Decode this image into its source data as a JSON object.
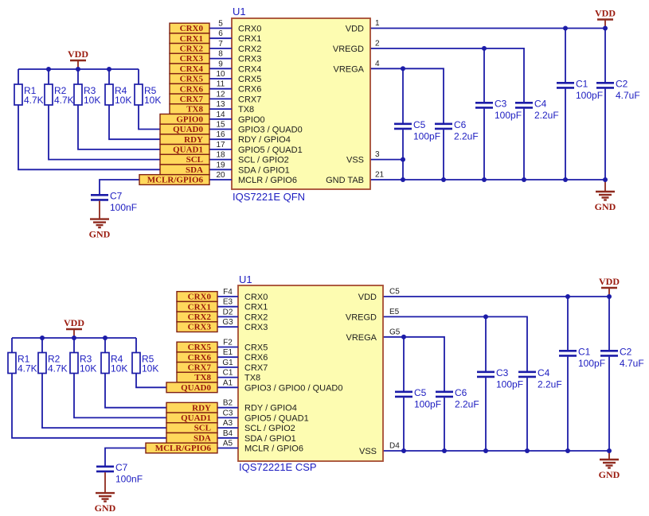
{
  "colors": {
    "background": "#FFFFFF",
    "wire": "#1C1CA8",
    "blue_text": "#1C1CC0",
    "maroon": "#8F2A1E",
    "maroon_text": "#99180C",
    "chip_fill": "#FDFCB1",
    "chip_border": "#A64A32",
    "net_box_fill": "#FFD85C",
    "net_box_border": "#7E1F12",
    "pin_text": "#1C1C1C",
    "resistor_fill": "#FFFFFF"
  },
  "power": {
    "vdd": "VDD",
    "gnd": "GND"
  },
  "circuits": [
    {
      "id": "qfn",
      "chip": {
        "designator": "U1",
        "name": "IQS7221E QFN",
        "left_pins": [
          {
            "num": "5",
            "name": "CRX0",
            "net": "CRX0"
          },
          {
            "num": "6",
            "name": "CRX1",
            "net": "CRX1"
          },
          {
            "num": "7",
            "name": "CRX2",
            "net": "CRX2"
          },
          {
            "num": "8",
            "name": "CRX3",
            "net": "CRX3"
          },
          {
            "num": "9",
            "name": "CRX4",
            "net": "CRX4"
          },
          {
            "num": "10",
            "name": "CRX5",
            "net": "CRX5"
          },
          {
            "num": "11",
            "name": "CRX6",
            "net": "CRX6"
          },
          {
            "num": "12",
            "name": "CRX7",
            "net": "CRX7"
          },
          {
            "num": "13",
            "name": "TX8",
            "net": "TX8"
          },
          {
            "num": "14",
            "name": "GPIO0",
            "net": "GPIO0"
          },
          {
            "num": "15",
            "name": "GPIO3 / QUAD0",
            "net": "QUAD0"
          },
          {
            "num": "16",
            "name": "RDY / GPIO4",
            "net": "RDY"
          },
          {
            "num": "17",
            "name": "GPIO5 / QUAD1",
            "net": "QUAD1"
          },
          {
            "num": "18",
            "name": "SCL / GPIO2",
            "net": "SCL"
          },
          {
            "num": "19",
            "name": "SDA / GPIO1",
            "net": "SDA"
          },
          {
            "num": "20",
            "name": "MCLR / GPIO6",
            "net": "MCLR/GPIO6"
          }
        ],
        "right_pins": [
          {
            "num": "1",
            "name": "VDD"
          },
          {
            "num": "2",
            "name": "VREGD"
          },
          {
            "num": "4",
            "name": "VREGA"
          },
          {
            "num": "3",
            "name": "VSS"
          },
          {
            "num": "21",
            "name": "GND TAB"
          }
        ]
      },
      "resistors": [
        {
          "designator": "R1",
          "value": "4.7K"
        },
        {
          "designator": "R2",
          "value": "4.7K"
        },
        {
          "designator": "R3",
          "value": "10K"
        },
        {
          "designator": "R4",
          "value": "10K"
        },
        {
          "designator": "R5",
          "value": "10K"
        }
      ],
      "capacitors": [
        {
          "designator": "C1",
          "value": "100pF"
        },
        {
          "designator": "C2",
          "value": "4.7uF"
        },
        {
          "designator": "C3",
          "value": "100pF"
        },
        {
          "designator": "C4",
          "value": "2.2uF"
        },
        {
          "designator": "C5",
          "value": "100pF"
        },
        {
          "designator": "C6",
          "value": "2.2uF"
        },
        {
          "designator": "C7",
          "value": "100nF"
        }
      ]
    },
    {
      "id": "csp",
      "chip": {
        "designator": "U1",
        "name": "IQS72221E CSP",
        "left_pins": [
          {
            "num": "F4",
            "name": "CRX0",
            "net": "CRX0"
          },
          {
            "num": "E3",
            "name": "CRX1",
            "net": "CRX1"
          },
          {
            "num": "D2",
            "name": "CRX2",
            "net": "CRX2"
          },
          {
            "num": "G3",
            "name": "CRX3",
            "net": "CRX3"
          },
          {
            "num": "F2",
            "name": "CRX5",
            "net": "CRX5"
          },
          {
            "num": "E1",
            "name": "CRX6",
            "net": "CRX6"
          },
          {
            "num": "G1",
            "name": "CRX7",
            "net": "CRX7"
          },
          {
            "num": "C1",
            "name": "TX8",
            "net": "TX8"
          },
          {
            "num": "A1",
            "name": "GPIO3 / GPIO0 / QUAD0",
            "net": "QUAD0"
          },
          {
            "num": "B2",
            "name": "RDY / GPIO4",
            "net": "RDY"
          },
          {
            "num": "C3",
            "name": "GPIO5 / QUAD1",
            "net": "QUAD1"
          },
          {
            "num": "A3",
            "name": "SCL / GPIO2",
            "net": "SCL"
          },
          {
            "num": "B4",
            "name": "SDA / GPIO1",
            "net": "SDA"
          },
          {
            "num": "A5",
            "name": "MCLR / GPIO6",
            "net": "MCLR/GPIO6"
          }
        ],
        "right_pins": [
          {
            "num": "C5",
            "name": "VDD"
          },
          {
            "num": "E5",
            "name": "VREGD"
          },
          {
            "num": "G5",
            "name": "VREGA"
          },
          {
            "num": "D4",
            "name": "VSS"
          }
        ]
      },
      "resistors": [
        {
          "designator": "R1",
          "value": "4.7K"
        },
        {
          "designator": "R2",
          "value": "4.7K"
        },
        {
          "designator": "R3",
          "value": "10K"
        },
        {
          "designator": "R4",
          "value": "10K"
        },
        {
          "designator": "R5",
          "value": "10K"
        }
      ],
      "capacitors": [
        {
          "designator": "C1",
          "value": "100pF"
        },
        {
          "designator": "C2",
          "value": "4.7uF"
        },
        {
          "designator": "C3",
          "value": "100pF"
        },
        {
          "designator": "C4",
          "value": "2.2uF"
        },
        {
          "designator": "C5",
          "value": "100pF"
        },
        {
          "designator": "C6",
          "value": "2.2uF"
        },
        {
          "designator": "C7",
          "value": "100nF"
        }
      ]
    }
  ]
}
